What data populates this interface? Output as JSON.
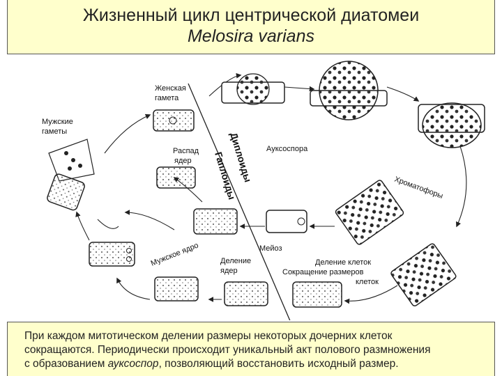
{
  "title": {
    "line1": "Жизненный цикл центрической диатомеи",
    "line2": "Melosira varians"
  },
  "labels": {
    "female_gamete_1": "Женская",
    "female_gamete_2": "гамета",
    "male_gametes_1": "Мужские",
    "male_gametes_2": "гаметы",
    "nuclei_decay_1": "Распад",
    "nuclei_decay_2": "ядер",
    "auxospore": "Ауксоспора",
    "diploids": "Диплоиды",
    "haploids": "Гаплоиды",
    "chromatophores": "Хроматофоры",
    "male_nucleus": "Мужское ядро",
    "meiosis": "Мейоз",
    "nuclei_division_1": "Деление",
    "nuclei_division_2": "ядер",
    "cell_division": "Деление клеток",
    "size_reduction_1": "Сокращение размеров",
    "size_reduction_2": "клеток"
  },
  "caption": {
    "line1": "При каждом митотическом делении размеры некоторых дочерних клеток",
    "line2": "сокращаются. Периодически происходит уникальный акт полового размножения",
    "line3_pre": "с образованием ",
    "line3_italic": "ауксоспор",
    "line3_post": ", позволяющий восстановить исходный размер."
  }
}
